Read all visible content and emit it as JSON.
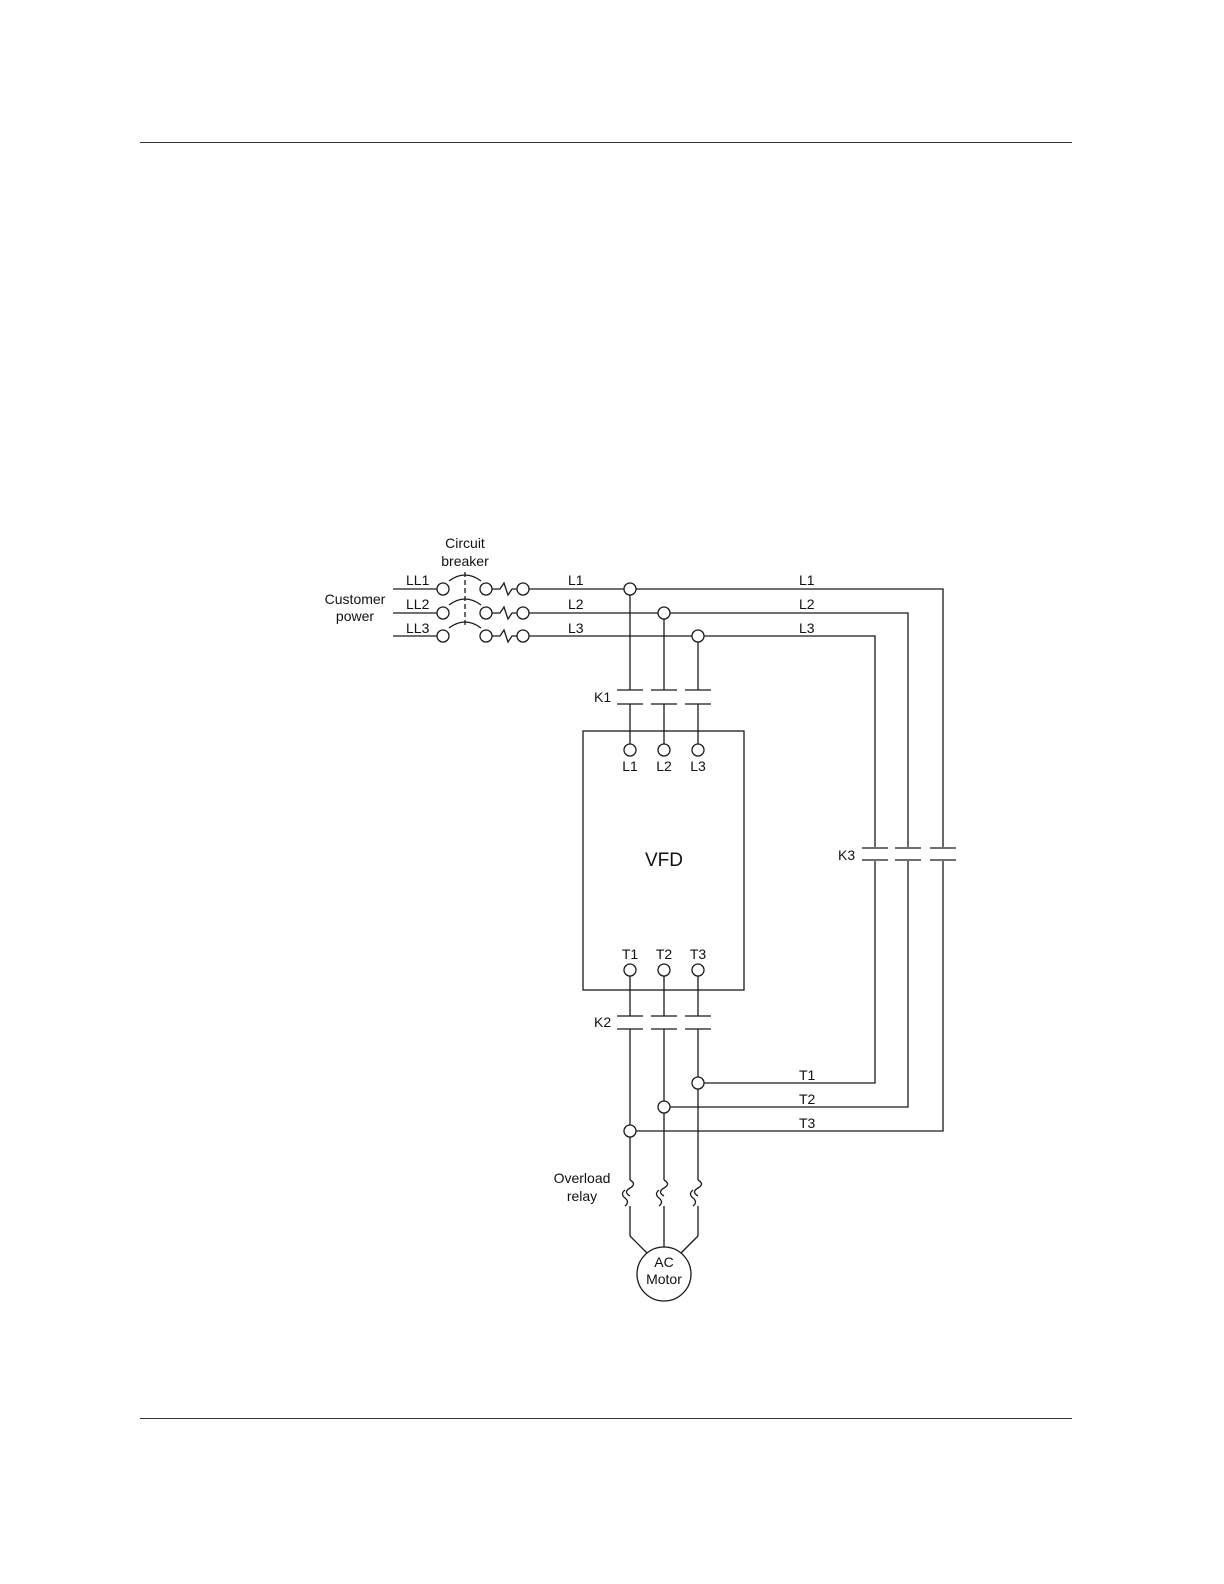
{
  "labels": {
    "customer_power_1": "Customer",
    "customer_power_2": "power",
    "breaker_1": "Circuit",
    "breaker_2": "breaker",
    "ll1": "LL1",
    "ll2": "LL2",
    "ll3": "LL3",
    "line_l1": "L1",
    "line_l2": "L2",
    "line_l3": "L3",
    "right_l1": "L1",
    "right_l2": "L2",
    "right_l3": "L3",
    "k1": "K1",
    "k2": "K2",
    "k3": "K3",
    "vfd": "VFD",
    "vfd_in_l1": "L1",
    "vfd_in_l2": "L2",
    "vfd_in_l3": "L3",
    "vfd_out_t1": "T1",
    "vfd_out_t2": "T2",
    "vfd_out_t3": "T3",
    "bottom_t1": "T1",
    "bottom_t2": "T2",
    "bottom_t3": "T3",
    "overload_1": "Overload",
    "overload_2": "relay",
    "motor_1": "AC",
    "motor_2": "Motor"
  }
}
